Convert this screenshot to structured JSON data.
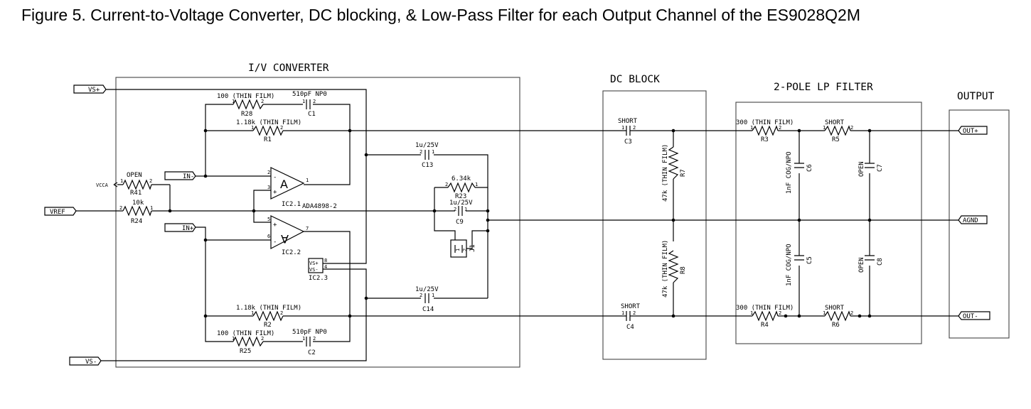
{
  "title": "Figure 5. Current-to-Voltage Converter, DC blocking, & Low-Pass Filter for each Output Channel of the ES9028Q2M",
  "sections": {
    "iv": "I/V CONVERTER",
    "dc": "DC BLOCK",
    "lp": "2-POLE LP FILTER",
    "out": "OUTPUT"
  },
  "ports": {
    "vs_plus": "VS+",
    "vs_minus": "VS-",
    "vref": "VREF",
    "vcca": "VCCA",
    "in_minus": "IN-",
    "in_plus": "IN+",
    "out_plus": "OUT+",
    "agnd": "AGND",
    "out_minus": "OUT-"
  },
  "components": {
    "r28": {
      "ref": "R28",
      "value": "100 (THIN FILM)"
    },
    "c1": {
      "ref": "C1",
      "value": "510pF NP0"
    },
    "r1": {
      "ref": "R1",
      "value": "1.18k (THIN FILM)"
    },
    "r41": {
      "ref": "R41",
      "value": "OPEN"
    },
    "r24": {
      "ref": "R24",
      "value": "10k"
    },
    "ic21": {
      "ref": "IC2.1",
      "symbol": "A",
      "part": "ADA4898-2"
    },
    "ic22": {
      "ref": "IC2.2",
      "symbol": "A"
    },
    "ic23": {
      "ref": "IC2.3",
      "pin_top": "VS+",
      "pin_bottom": "VS-"
    },
    "r2": {
      "ref": "R2",
      "value": "1.18k (THIN FILM)"
    },
    "r25": {
      "ref": "R25",
      "value": "100 (THIN FILM)"
    },
    "c2": {
      "ref": "C2",
      "value": "510pF NP0"
    },
    "c13": {
      "ref": "C13",
      "value": "1u/25V"
    },
    "r23": {
      "ref": "R23",
      "value": "6.34k"
    },
    "c9": {
      "ref": "C9",
      "value": "1u/25V"
    },
    "j1": {
      "ref": "J1"
    },
    "c14": {
      "ref": "C14",
      "value": "1u/25V"
    },
    "c3": {
      "ref": "C3",
      "value": "SHORT"
    },
    "c4": {
      "ref": "C4",
      "value": "SHORT"
    },
    "r7": {
      "ref": "R7",
      "value": "47k (THIN FILM)"
    },
    "r8": {
      "ref": "R8",
      "value": "47k (THIN FILM)"
    },
    "r3": {
      "ref": "R3",
      "value": "300 (THIN FILM)"
    },
    "r5": {
      "ref": "R5",
      "value": "SHORT"
    },
    "c6": {
      "ref": "C6",
      "value": "1nF COG/NPO"
    },
    "c7": {
      "ref": "C7",
      "value": "OPEN"
    },
    "c5": {
      "ref": "C5",
      "value": "1nF COG/NPO"
    },
    "c8": {
      "ref": "C8",
      "value": "OPEN"
    },
    "r4": {
      "ref": "R4",
      "value": "300 (THIN FILM)"
    },
    "r6": {
      "ref": "R6",
      "value": "SHORT"
    }
  },
  "pins": {
    "p1": "1",
    "p2": "2",
    "p3": "3",
    "p4": "4",
    "p5": "5",
    "p6": "6",
    "p7": "7",
    "p8": "8",
    "plus": "+",
    "minus": "-"
  }
}
